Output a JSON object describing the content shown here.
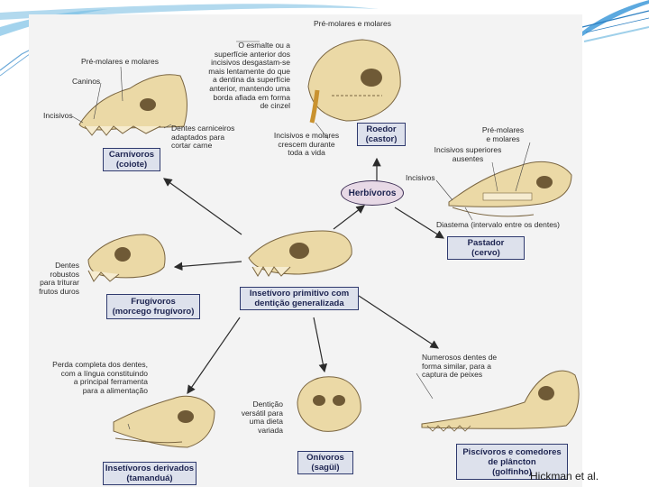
{
  "credit": "Hickman et al.",
  "colors": {
    "bone": "#ebd9a6",
    "box_fill": "#dde1ec",
    "box_border": "#2f3a6e",
    "oval_fill": "#e7d9e6",
    "arrow": "#2b2b2b"
  },
  "boxes": {
    "carnivoros": {
      "line1": "Carnívoros",
      "line2": "(coiote)"
    },
    "roedor": {
      "line1": "Roedor",
      "line2": "(castor)"
    },
    "pastador": {
      "line1": "Pastador",
      "line2": "(cervo)"
    },
    "frugivoros": {
      "line1": "Frugívoros",
      "line2": "(morcego frugívoro)"
    },
    "insetivoro_primitivo": {
      "line1": "Insetívoro primitivo com",
      "line2": "dentição generalizada"
    },
    "insetivoros_derivados": {
      "line1": "Insetívoros derivados",
      "line2": "(tamanduá)"
    },
    "onivoros": {
      "line1": "Onívoros",
      "line2": "(sagüi)"
    },
    "piscivoros": {
      "line1": "Piscívoros e comedores",
      "line2": "de plâncton",
      "line3": "(golfinho)"
    }
  },
  "herbivoros": "Herbívoros",
  "notes": {
    "premolares_carn": "Pré-molares e molares",
    "caninos": "Caninos",
    "incisivos_carn": "Incisivos",
    "carniceiros": [
      "Dentes carniceiros",
      "adaptados para",
      "cortar carne"
    ],
    "esmalte": [
      "O esmalte ou a",
      "superfície anterior dos",
      "incisivos desgastam-se",
      "mais lentamente do que",
      "a dentina da superfície",
      "anterior, mantendo uma",
      "borda afiada em forma",
      "de cinzel"
    ],
    "premolares_roedor": "Pré-molares e molares",
    "crescem": [
      "Incisivos e molares",
      "crescem durante",
      "toda a vida"
    ],
    "premolares_cervo": [
      "Pré-molares",
      "e molares"
    ],
    "incisivos_superiores": [
      "Incisivos superiores",
      "ausentes"
    ],
    "incisivos_cervo": "Incisivos",
    "diastema": "Diastema (intervalo entre os dentes)",
    "robustos": [
      "Dentes robustos",
      "para triturar",
      "frutos duros"
    ],
    "perda": [
      "Perda completa dos dentes,",
      "com a língua constituindo",
      "a principal ferramenta",
      "para a alimentação"
    ],
    "denticao": [
      "Dentição",
      "versátil para",
      "uma dieta",
      "variada"
    ],
    "numerosos": [
      "Numerosos dentes de",
      "forma similar, para a",
      "captura de peixes"
    ]
  }
}
